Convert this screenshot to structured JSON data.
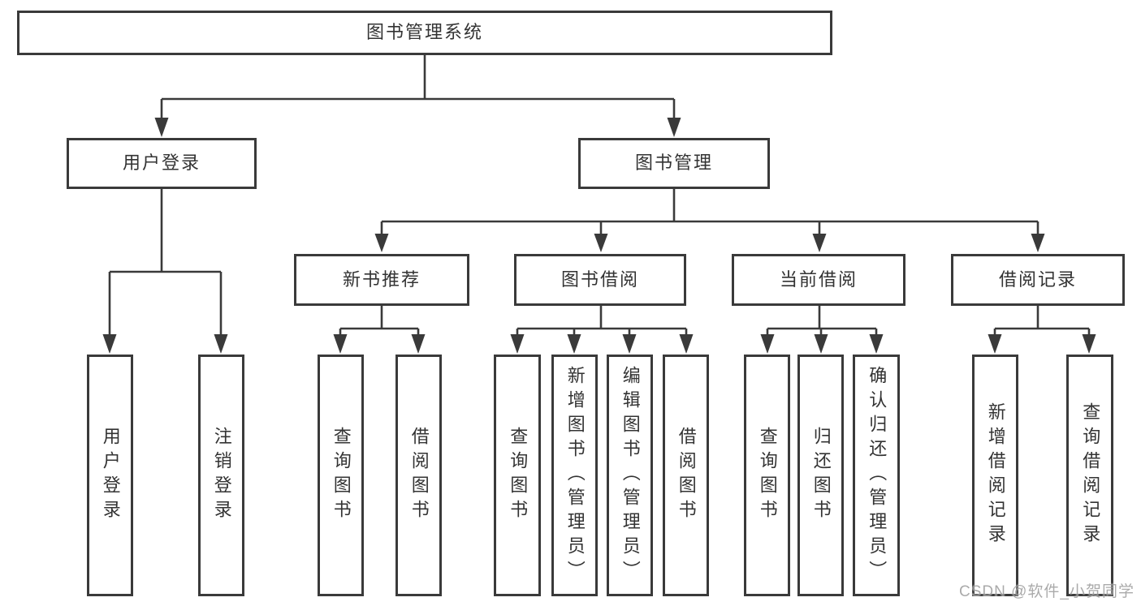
{
  "diagram": {
    "type": "tree",
    "root": {
      "label": "图书管理系统"
    },
    "level2": [
      {
        "label": "用户登录"
      },
      {
        "label": "图书管理"
      }
    ],
    "level3": [
      {
        "label": "新书推荐"
      },
      {
        "label": "图书借阅"
      },
      {
        "label": "当前借阅"
      },
      {
        "label": "借阅记录"
      }
    ],
    "leaves": {
      "login": [
        {
          "label": "用户登录"
        },
        {
          "label": "注销登录"
        }
      ],
      "recommend": [
        {
          "label": "查询图书"
        },
        {
          "label": "借阅图书"
        }
      ],
      "borrow": [
        {
          "label": "查询图书"
        },
        {
          "label": "新增图书（管理员）"
        },
        {
          "label": "编辑图书（管理员）"
        },
        {
          "label": "借阅图书"
        }
      ],
      "current": [
        {
          "label": "查询图书"
        },
        {
          "label": "归还图书"
        },
        {
          "label": "确认归还（管理员）"
        }
      ],
      "records": [
        {
          "label": "新增借阅记录"
        },
        {
          "label": "查询借阅记录"
        }
      ]
    }
  },
  "watermark": {
    "text": "CSDN @软件_小贺同学"
  },
  "colors": {
    "line": "#3a3a3a",
    "box_border": "#3a3a3a",
    "box_fill": "#ffffff",
    "text": "#333333",
    "watermark": "#9c9c9c"
  }
}
